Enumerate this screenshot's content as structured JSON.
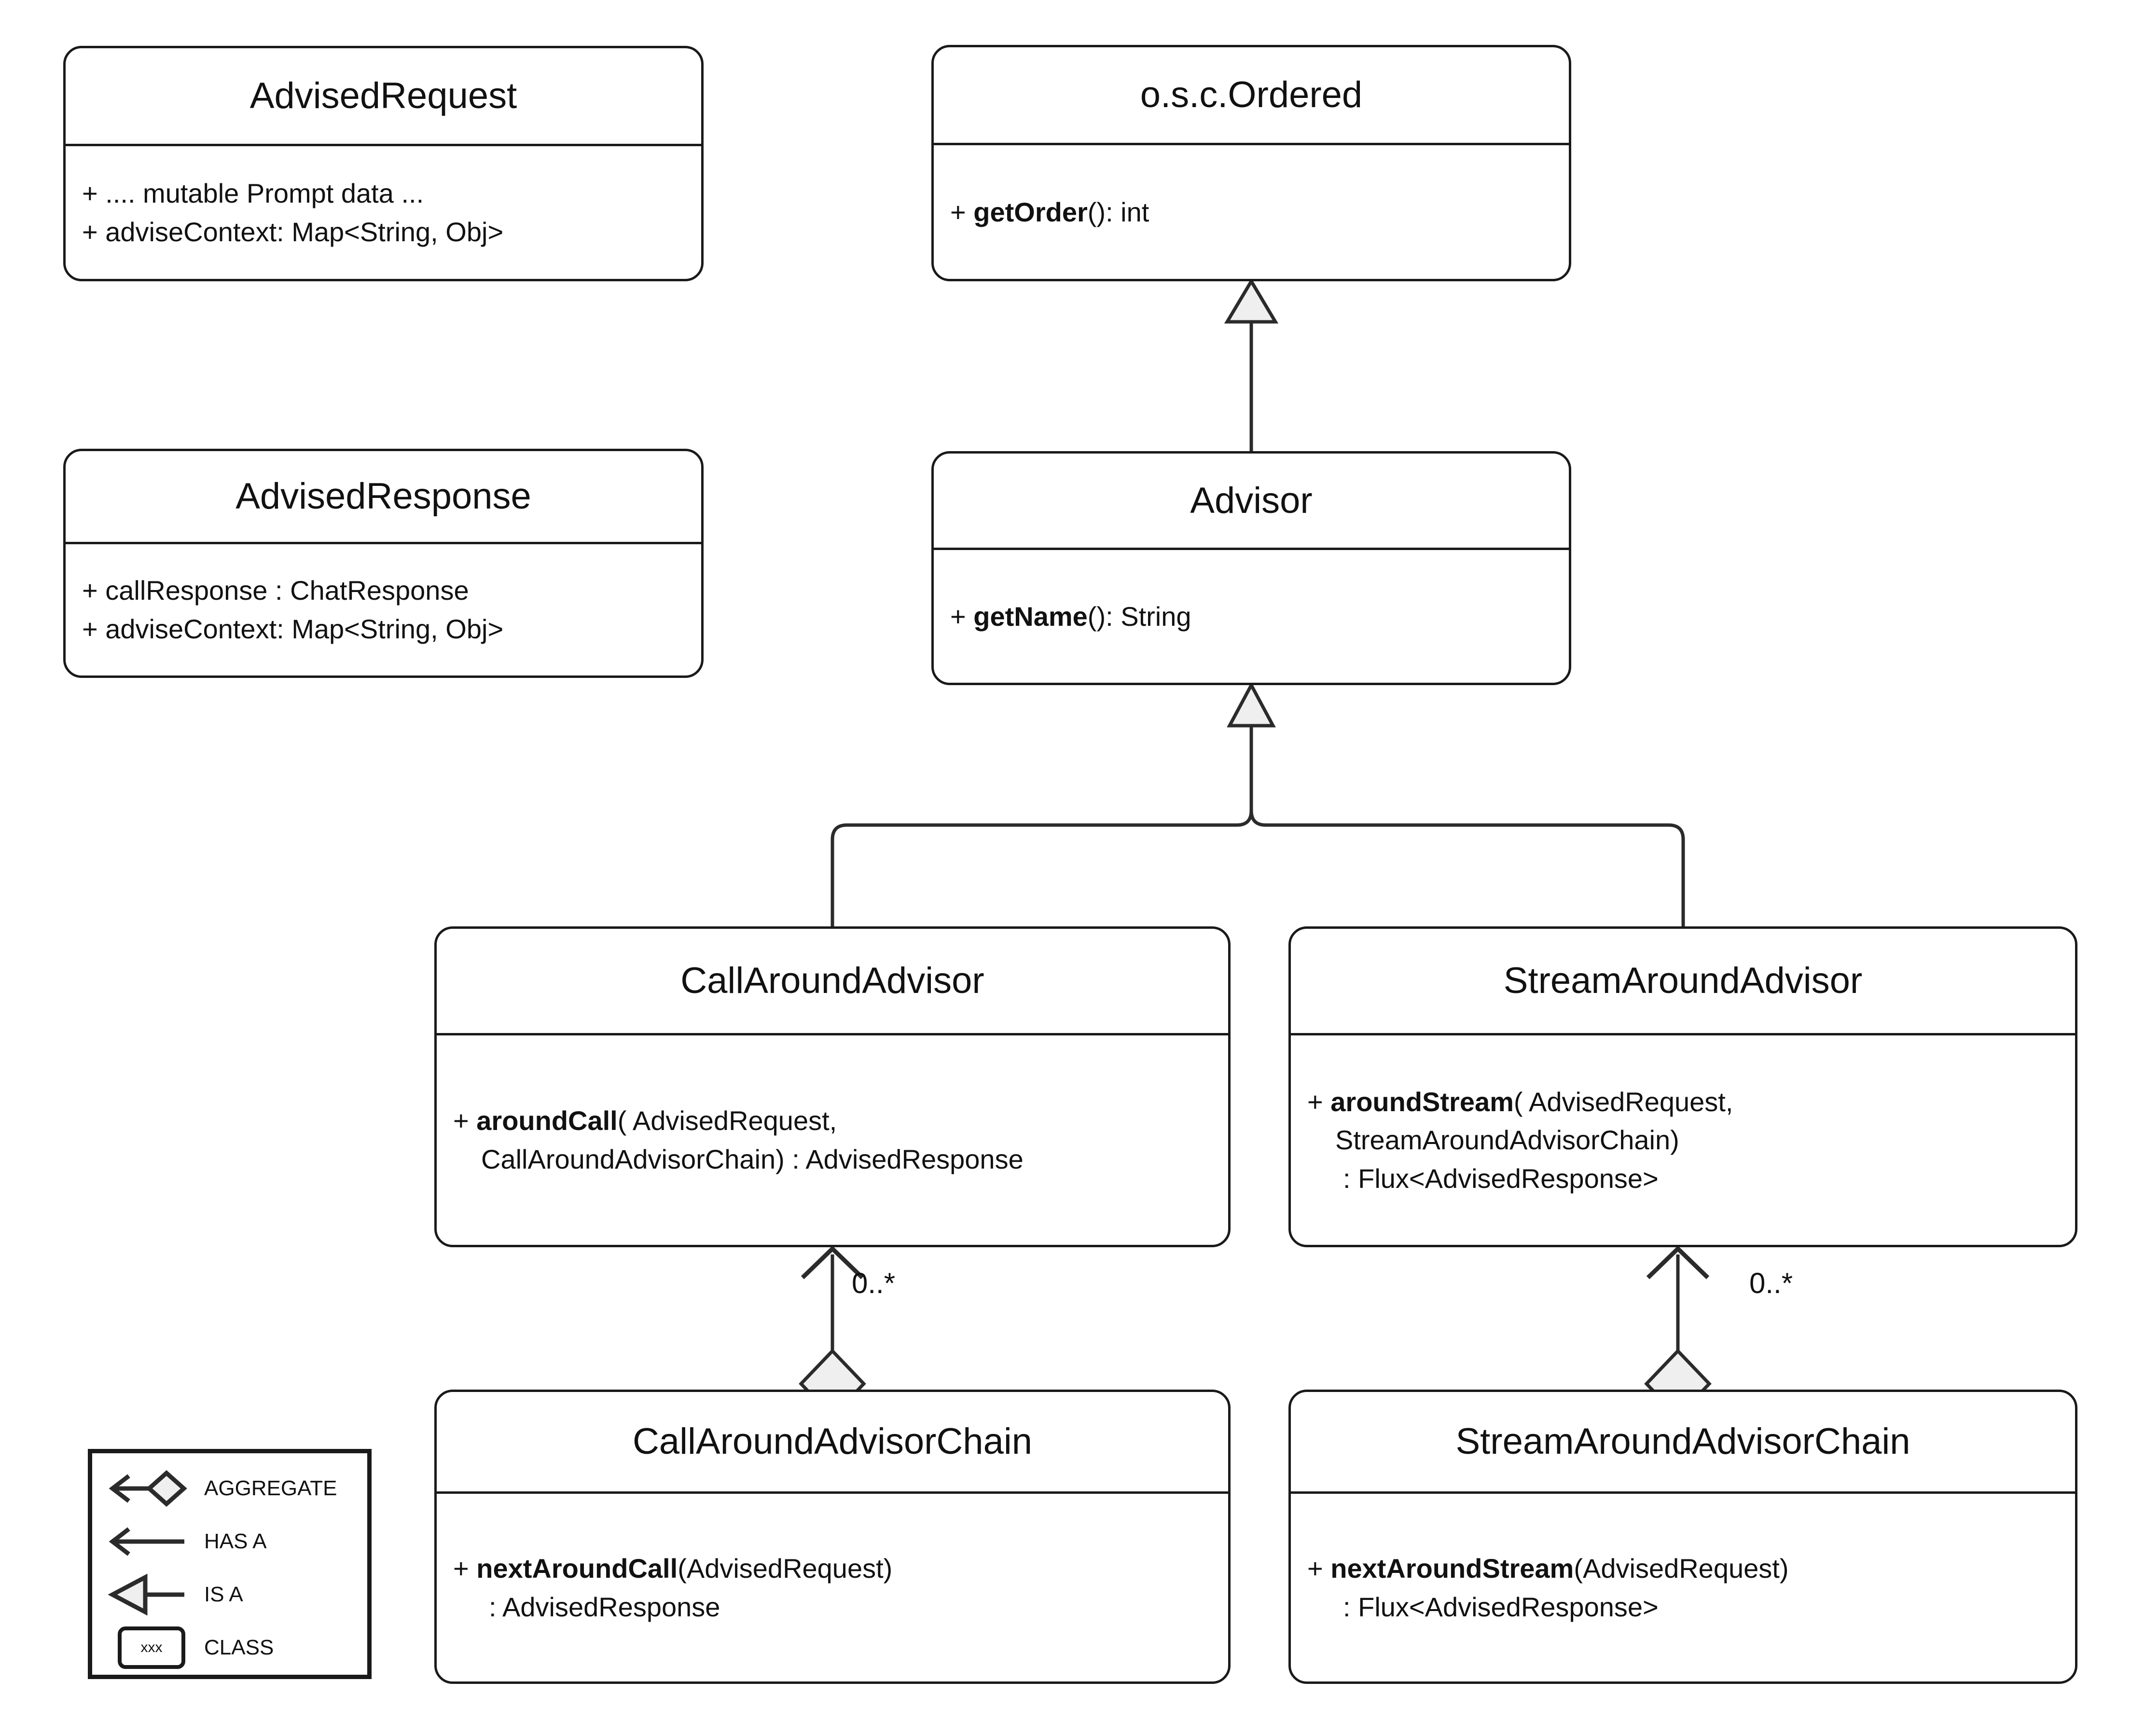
{
  "diagram": {
    "title": "Spring AI Advisor UML class diagram",
    "background": "#ffffff",
    "line_color": "#2b2b2b",
    "fill_color": "#efefef"
  },
  "classes": {
    "advised_request": {
      "name": "AdvisedRequest",
      "members": [
        "+ .... mutable Prompt data ...",
        "+ adviseContext: Map<String, Obj>"
      ]
    },
    "advised_response": {
      "name": "AdvisedResponse",
      "members": [
        "+ callResponse : ChatResponse",
        "+ adviseContext: Map<String, Obj>"
      ]
    },
    "ordered": {
      "name": "o.s.c.Ordered",
      "member_prefix": "+ ",
      "member_bold": "getOrder",
      "member_suffix": "(): int"
    },
    "advisor": {
      "name": "Advisor",
      "member_prefix": "+ ",
      "member_bold": "getName",
      "member_suffix": "(): String"
    },
    "call_around_advisor": {
      "name": "CallAroundAdvisor",
      "member_prefix": "+ ",
      "member_bold": "aroundCall",
      "member_suffix": "( AdvisedRequest,",
      "member_line2": "CallAroundAdvisorChain) : AdvisedResponse"
    },
    "stream_around_advisor": {
      "name": "StreamAroundAdvisor",
      "member_prefix": "+ ",
      "member_bold": "aroundStream",
      "member_suffix": "( AdvisedRequest,",
      "member_line2": "StreamAroundAdvisorChain)",
      "member_line3": ": Flux<AdvisedResponse>"
    },
    "call_around_advisor_chain": {
      "name": "CallAroundAdvisorChain",
      "member_prefix": "+ ",
      "member_bold": "nextAroundCall",
      "member_suffix": "(AdvisedRequest)",
      "member_line2": ": AdvisedResponse"
    },
    "stream_around_advisor_chain": {
      "name": "StreamAroundAdvisorChain",
      "member_prefix": "+ ",
      "member_bold": "nextAroundStream",
      "member_suffix": "(AdvisedRequest)",
      "member_line2": ": Flux<AdvisedResponse>"
    }
  },
  "relationships": {
    "multiplicity_call": "0..*",
    "multiplicity_stream": "0..*"
  },
  "legend": {
    "rows": [
      {
        "label": "AGGREGATE",
        "glyph": "aggregate-arrow-diamond"
      },
      {
        "label": "HAS A",
        "glyph": "plain-arrow"
      },
      {
        "label": "IS A",
        "glyph": "hollow-triangle-arrow"
      },
      {
        "label": "CLASS",
        "glyph": "rounded-box"
      }
    ],
    "class_sample_text": "xxx"
  }
}
